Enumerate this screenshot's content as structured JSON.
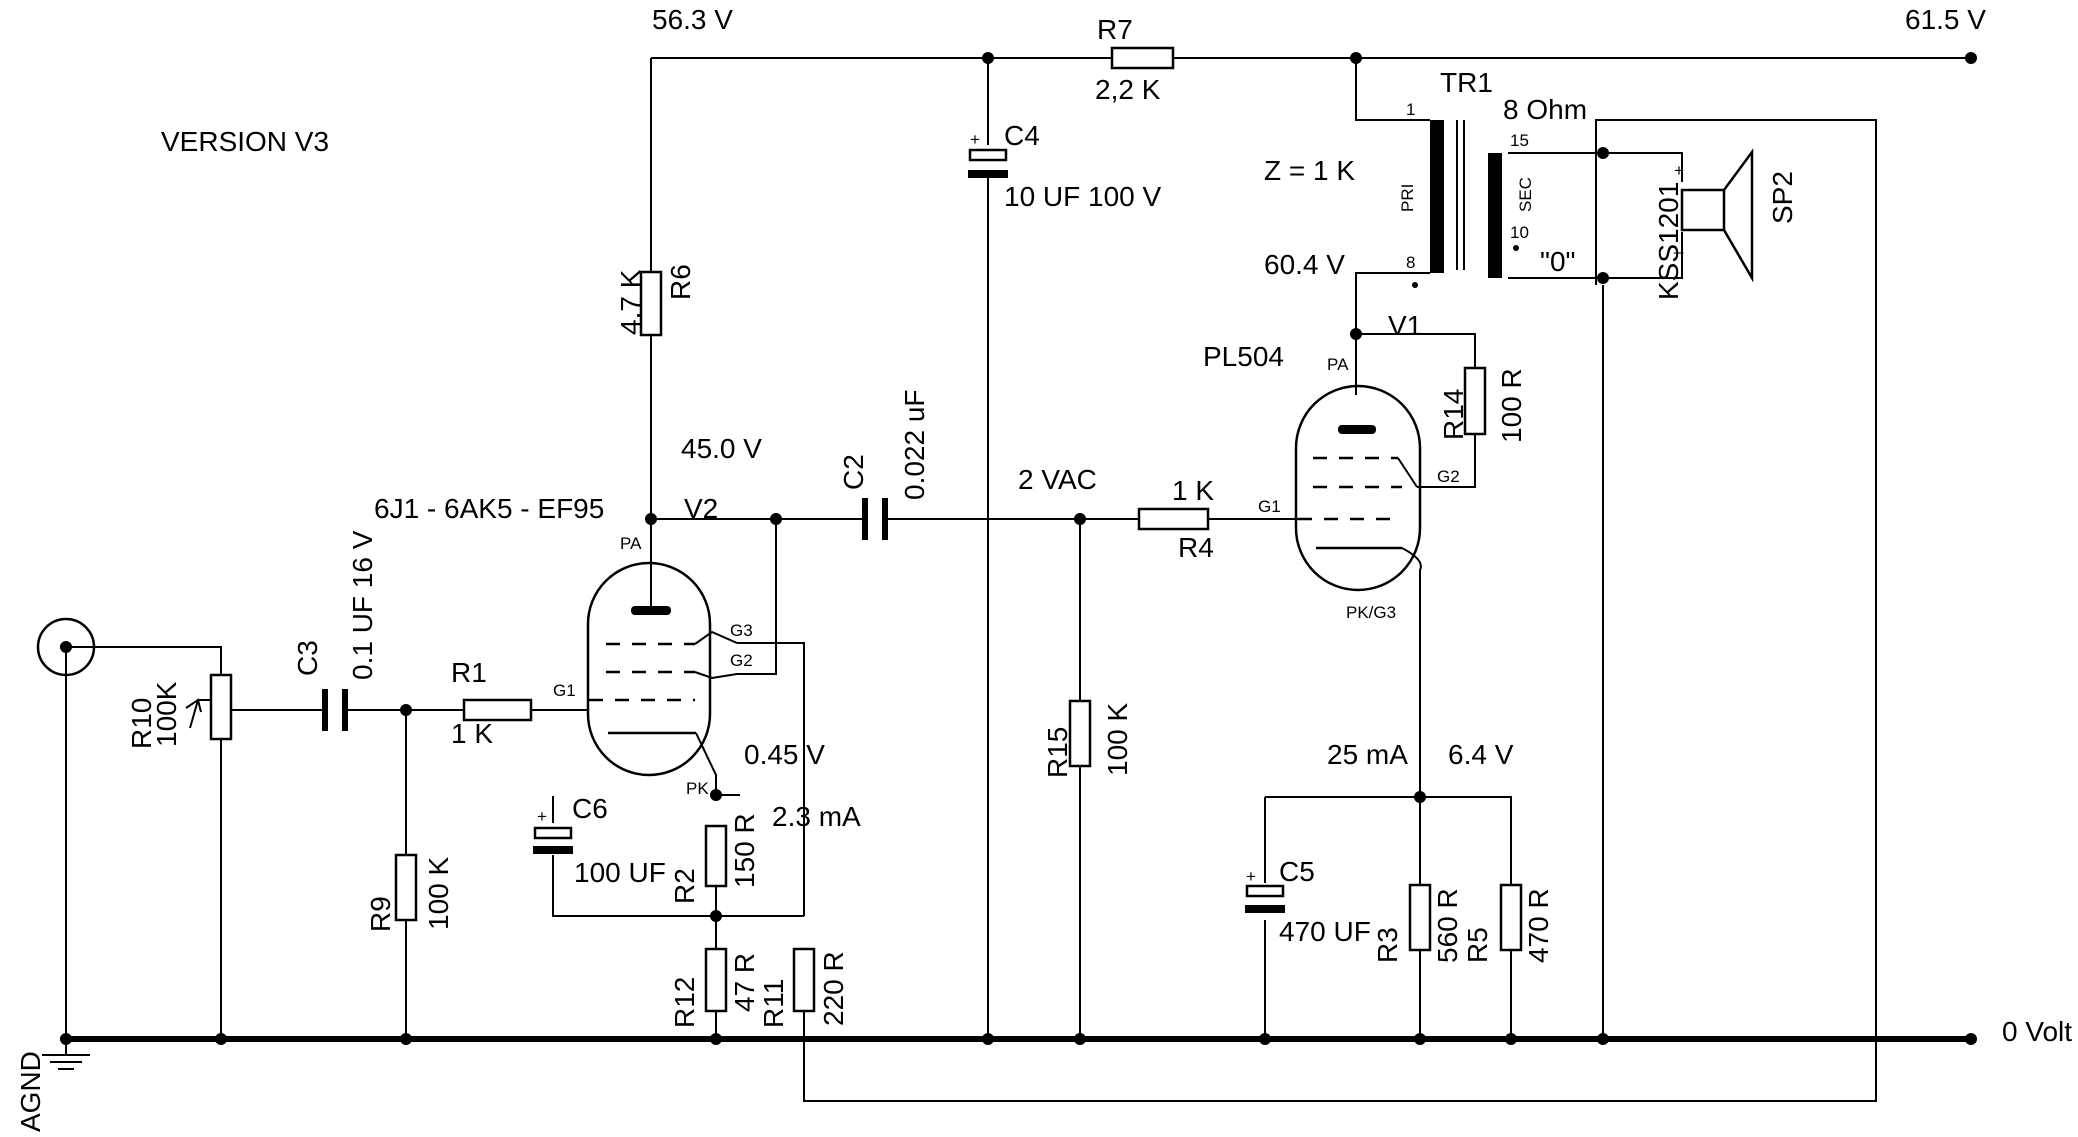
{
  "version": "VERSION V3",
  "rails": {
    "b_plus_left": "56.3 V",
    "b_plus_right": "61.5 V",
    "ground": "0 Volt",
    "agnd": "AGND"
  },
  "tubes": {
    "v2": {
      "ref": "V2",
      "type": "6J1 - 6AK5 - EF95",
      "pa": "PA",
      "g1": "G1",
      "g2": "G2",
      "g3": "G3",
      "pk": "PK"
    },
    "v1": {
      "ref": "V1",
      "type": "PL504",
      "pa": "PA",
      "g1": "G1",
      "g2": "G2",
      "pk": "PK/G3"
    }
  },
  "resistors": {
    "r1": {
      "ref": "R1",
      "value": "1 K"
    },
    "r2": {
      "ref": "R2",
      "value": "150 R"
    },
    "r3": {
      "ref": "R3",
      "value": "560 R"
    },
    "r4": {
      "ref": "R4",
      "value": "1 K"
    },
    "r5": {
      "ref": "R5",
      "value": "470 R"
    },
    "r6": {
      "ref": "R6",
      "value": "4.7 K"
    },
    "r7": {
      "ref": "R7",
      "value": "2,2 K"
    },
    "r9": {
      "ref": "R9",
      "value": "100 K"
    },
    "r10": {
      "ref": "R10",
      "value": "100K"
    },
    "r11": {
      "ref": "R11",
      "value": "220 R"
    },
    "r12": {
      "ref": "R12",
      "value": "47 R"
    },
    "r14": {
      "ref": "R14",
      "value": "100 R"
    },
    "r15": {
      "ref": "R15",
      "value": "100 K"
    }
  },
  "capacitors": {
    "c2": {
      "ref": "C2",
      "value": "0.022 uF"
    },
    "c3": {
      "ref": "C3",
      "value": "0.1 UF 16 V"
    },
    "c4": {
      "ref": "C4",
      "value": "10 UF 100 V"
    },
    "c5": {
      "ref": "C5",
      "value": "470 UF"
    },
    "c6": {
      "ref": "C6",
      "value": "100 UF"
    }
  },
  "transformer": {
    "ref": "TR1",
    "impedance": "Z = 1 K",
    "secondary": "8 Ohm",
    "pri": "PRI",
    "sec": "SEC",
    "pin1": "1",
    "pin8": "8",
    "pin15": "15",
    "pin10": "10",
    "zero_tap": "\"0\""
  },
  "speaker": {
    "ref": "SP2",
    "model": "KSS1201",
    "plus": "+",
    "minus": "_"
  },
  "measurements": {
    "v2_anode": "45.0 V",
    "v2_cathode_v": "0.45 V",
    "v2_cathode_i": "2.3 mA",
    "v1_grid_ac": "2 VAC",
    "v1_anode": "60.4 V",
    "v1_cathode_i": "25 mA",
    "v1_cathode_v": "6.4 V"
  },
  "polarity": {
    "plus": "+"
  }
}
